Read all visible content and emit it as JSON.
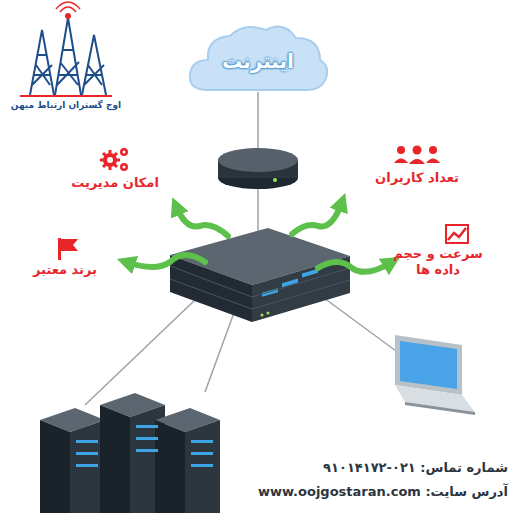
{
  "diagram": {
    "nodes": [
      {
        "text": [
          "اینترنت"
        ]
      }
    ],
    "labels": [
      "اوج گستران ارتباط میهن",
      "امکان مدیریت",
      "تعداد کاربران",
      "برند معتبر",
      "سرعت و حجم داده ها",
      "شماره تماس: ۰۲۱-۹۱۰۱۴۱۷۲",
      "آدرس سایت: www.oojgostaran.com"
    ]
  }
}
